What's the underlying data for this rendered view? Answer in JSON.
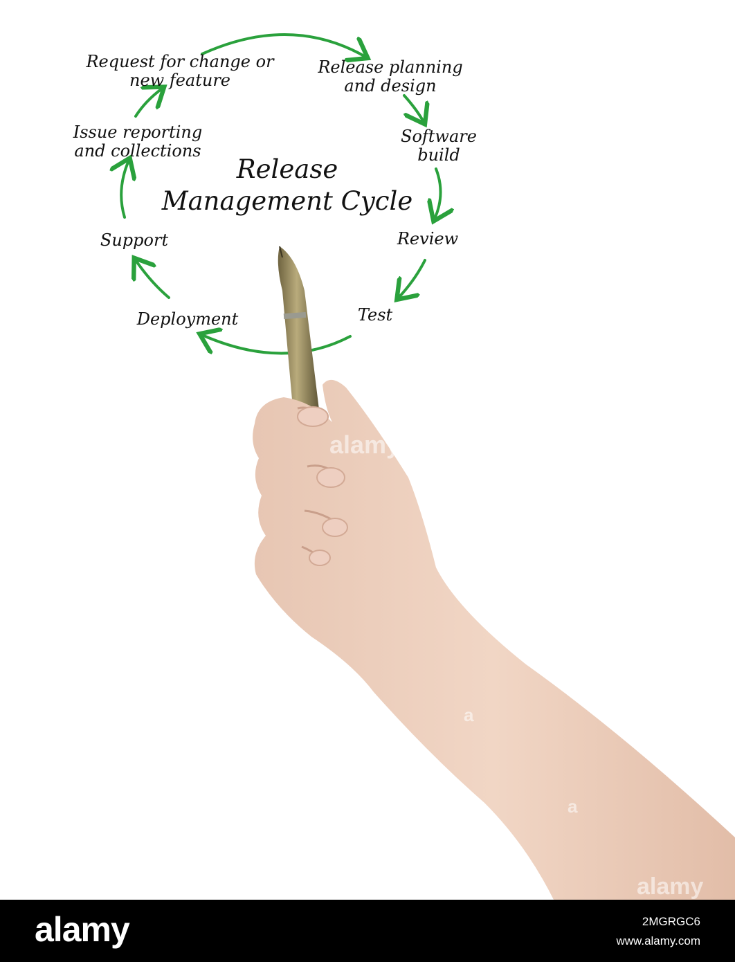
{
  "diagram": {
    "title": "Release Management Cycle",
    "stages": [
      "Request for change or new feature",
      "Release planning and design",
      "Software build",
      "Review",
      "Test",
      "Deployment",
      "Support",
      "Issue reporting and collections"
    ],
    "arrow_color": "#2aa13c"
  },
  "watermarks": [
    "alamy",
    "a",
    "a",
    "alamy"
  ],
  "footer": {
    "brand": "alamy",
    "image_id": "2MGRGC6",
    "site": "www.alamy.com"
  }
}
